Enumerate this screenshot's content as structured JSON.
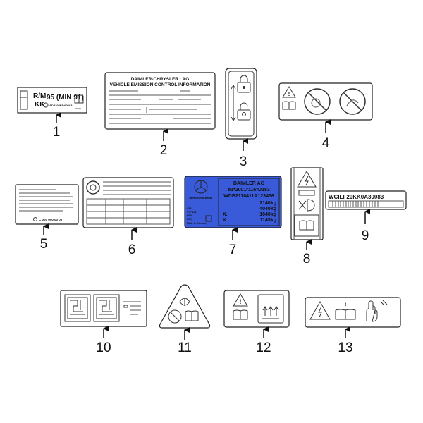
{
  "colors": {
    "label_7_fill": "#3a5bd9",
    "line": "#222222"
  },
  "parts": [
    {
      "callout": "1",
      "label": {
        "line1": "R/M",
        "line2": "KK",
        "fuel": "95 (MIN 91)",
        "code": "ADF208BDA0083"
      },
      "icons": [
        "fuel-door-icon",
        "mercedes-star-icon",
        "book-icon"
      ]
    },
    {
      "callout": "2",
      "label": {
        "header": "DAIMLER-CHRYSLER : AG",
        "title": "VEHICLE EMISSION CONTROL INFORMATION"
      }
    },
    {
      "callout": "3",
      "icons": [
        "lock-icon",
        "child-lock-icon",
        "double-arrow-icon"
      ]
    },
    {
      "callout": "4",
      "icons": [
        "warning-triangle-icon",
        "book-icon",
        "no-child-seat-icon",
        "no-rear-facing-seat-icon"
      ]
    },
    {
      "callout": "5",
      "label": {
        "code": "C 000 000 00 00"
      }
    },
    {
      "callout": "6",
      "icons": [
        "tire-icon"
      ]
    },
    {
      "callout": "7",
      "label": {
        "brand": "Mercedes-Benz",
        "maker": "DAIMLER AG",
        "approval": "e1*2001r116*D183",
        "vin": "WDB2110411A123456",
        "weights": [
          "2140kg",
          "4040kg",
          "1040kg",
          "1145kg"
        ],
        "axle_marks": [
          "X.",
          "X."
        ],
        "info": [
          "C33",
          "TYP 201",
          "00 0",
          "00 0",
          "Made in Germany"
        ]
      }
    },
    {
      "callout": "8",
      "icons": [
        "high-voltage-icon",
        "no-headlight-icon",
        "book-icon"
      ]
    },
    {
      "callout": "9",
      "label": {
        "vin": "WCILF20KK0A30083"
      },
      "icons": [
        "barcode-icon"
      ]
    },
    {
      "callout": "10",
      "icons": [
        "circuit-diagram-icon",
        "circuit-diagram-icon",
        "list-icon"
      ]
    },
    {
      "callout": "11",
      "icons": [
        "warning-triangle-icon",
        "engine-fan-icon",
        "no-touch-icon",
        "book-icon"
      ]
    },
    {
      "callout": "12",
      "icons": [
        "warning-triangle-icon",
        "book-icon",
        "heat-icon"
      ]
    },
    {
      "callout": "13",
      "icons": [
        "high-voltage-icon",
        "book-icon",
        "hand-warning-icon"
      ]
    }
  ]
}
